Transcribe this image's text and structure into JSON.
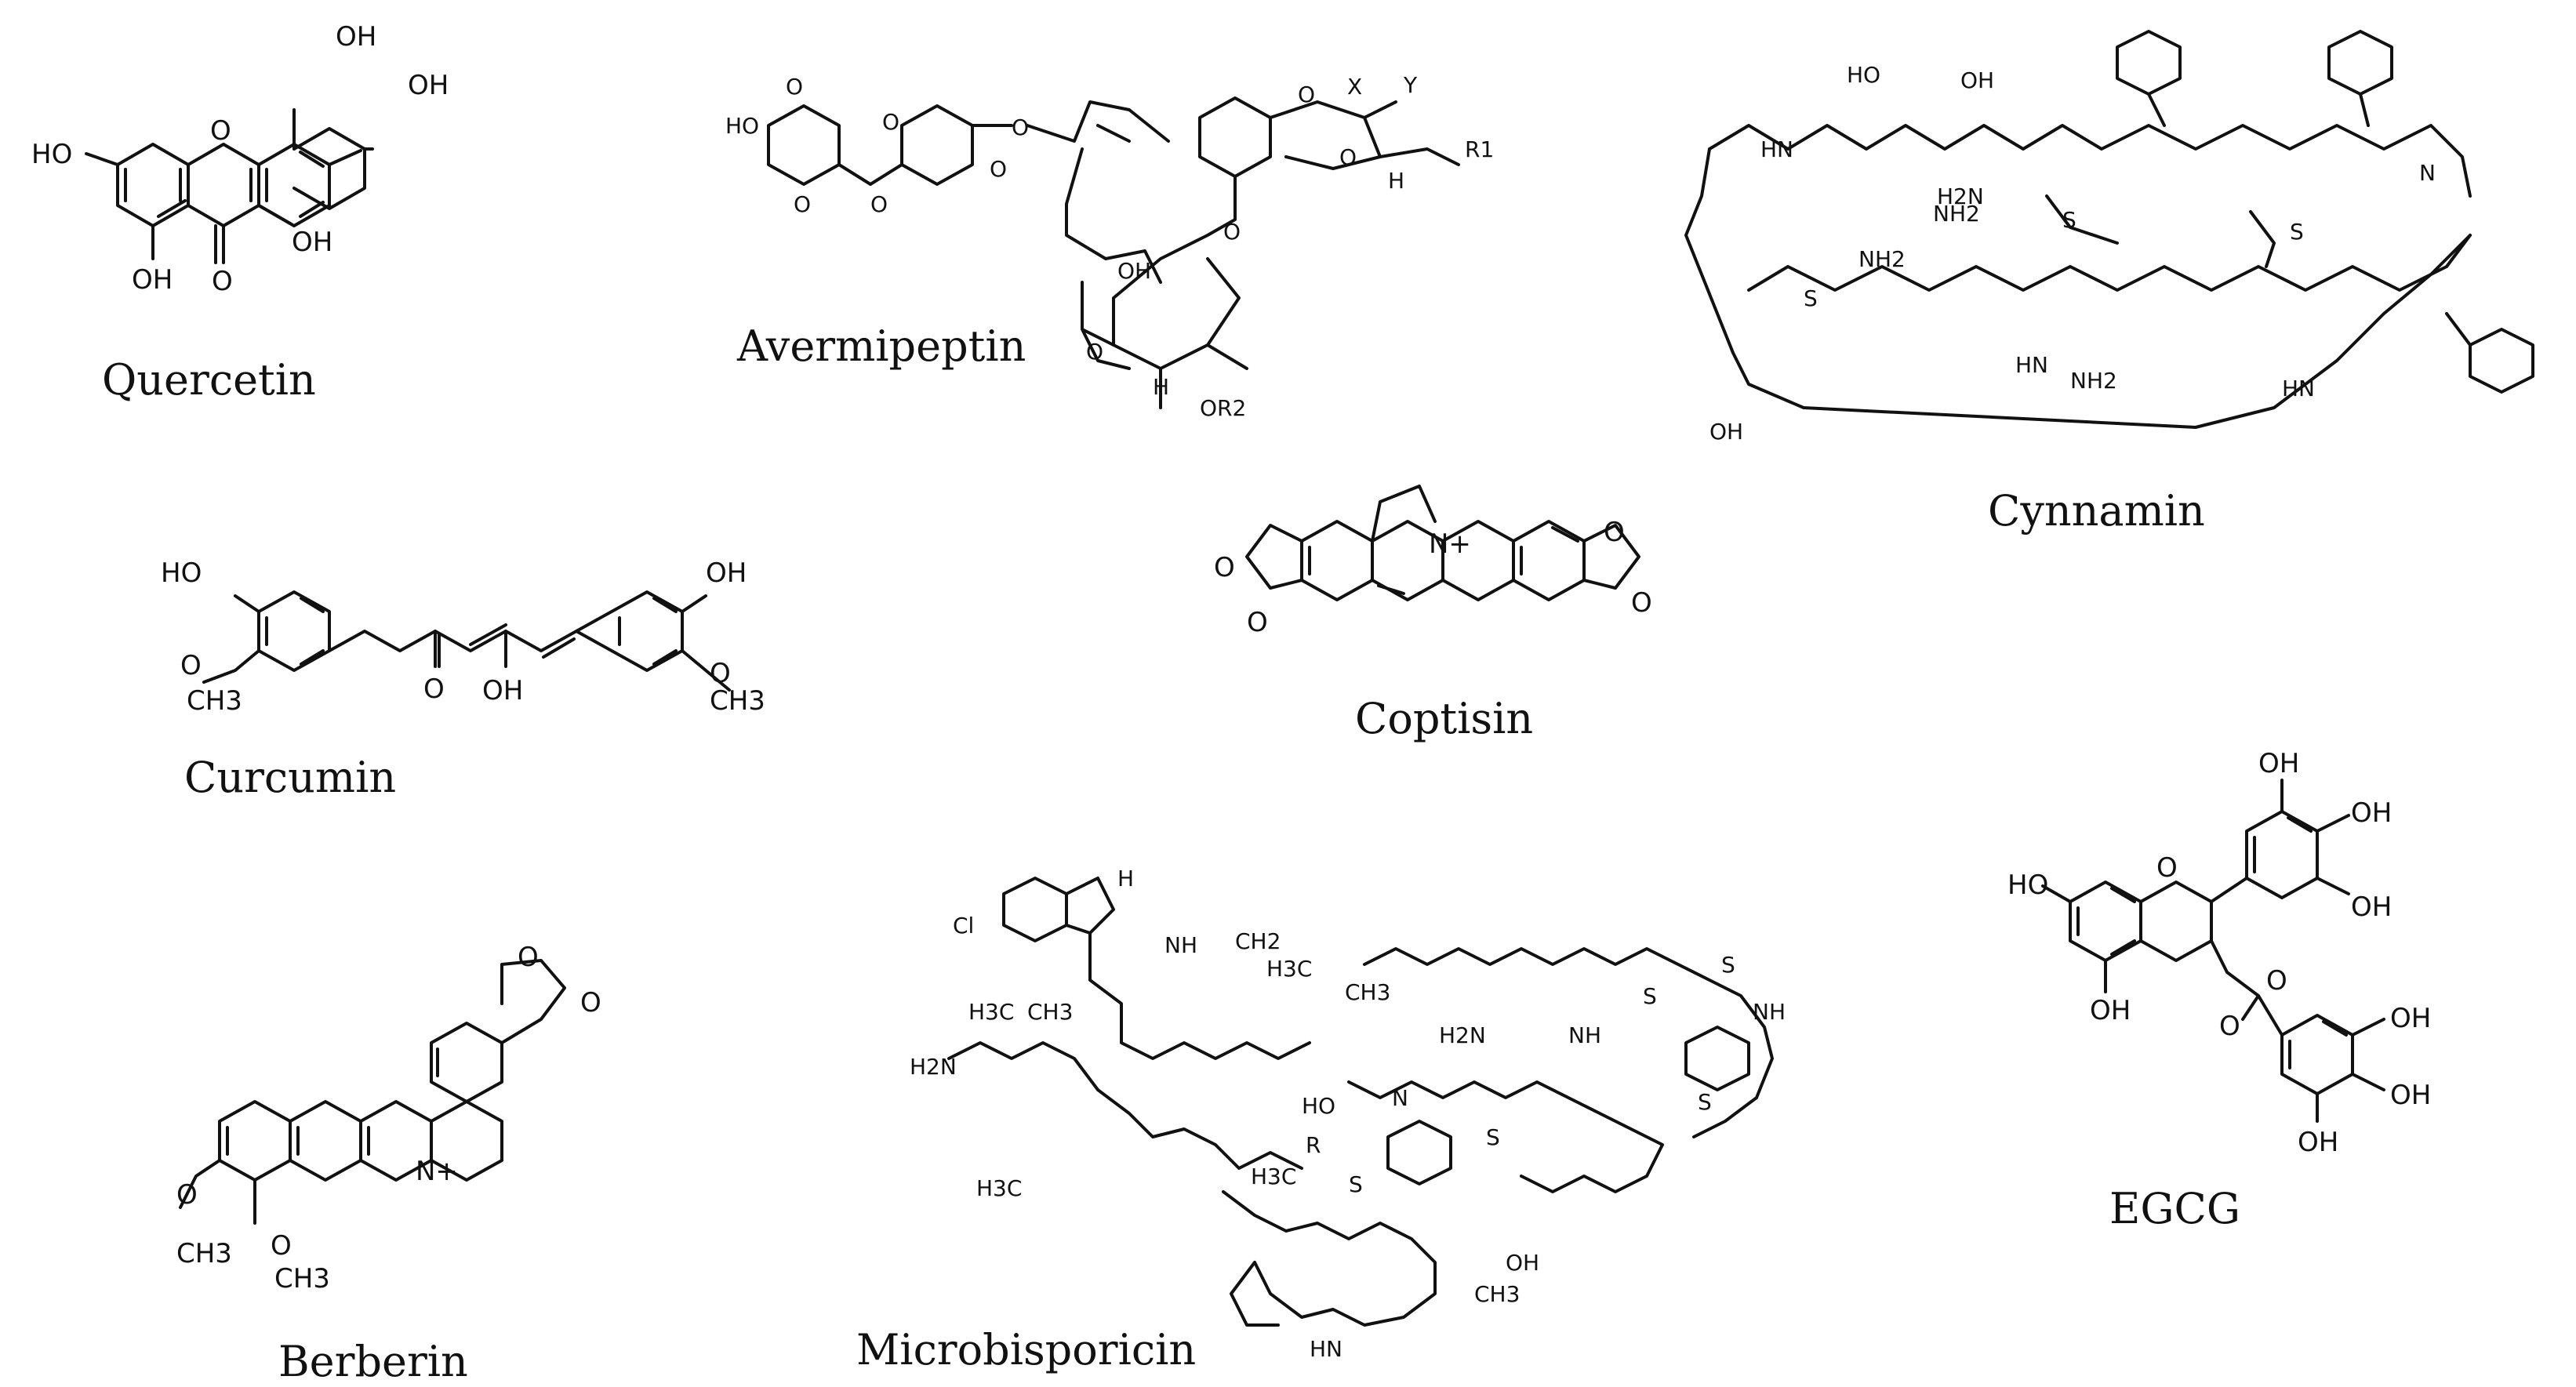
{
  "molecules": {
    "quercetin": {
      "name": "Quercetin"
    },
    "avermipeptin": {
      "name": "Avermipeptin"
    },
    "cynnamin": {
      "name": "Cynnamin"
    },
    "curcumin": {
      "name": "Curcumin"
    },
    "coptisin": {
      "name": "Coptisin"
    },
    "berberin": {
      "name": "Berberin"
    },
    "microbisporicin": {
      "name": "Microbisporicin"
    },
    "egcg": {
      "name": "EGCG"
    }
  },
  "atom_labels": {
    "oh": "OH",
    "ho": "HO",
    "o": "O",
    "ch3": "CH3",
    "h3c": "H3C",
    "nh": "NH",
    "hn": "HN",
    "nh2": "NH2",
    "h2n": "H2N",
    "n": "N",
    "n_plus": "N+",
    "s": "S",
    "h": "H",
    "cl": "Cl",
    "r": "R",
    "r1": "R1",
    "or2": "OR2",
    "x": "X",
    "y": "Y",
    "ch2": "CH2",
    "nh_eq": "NH"
  }
}
